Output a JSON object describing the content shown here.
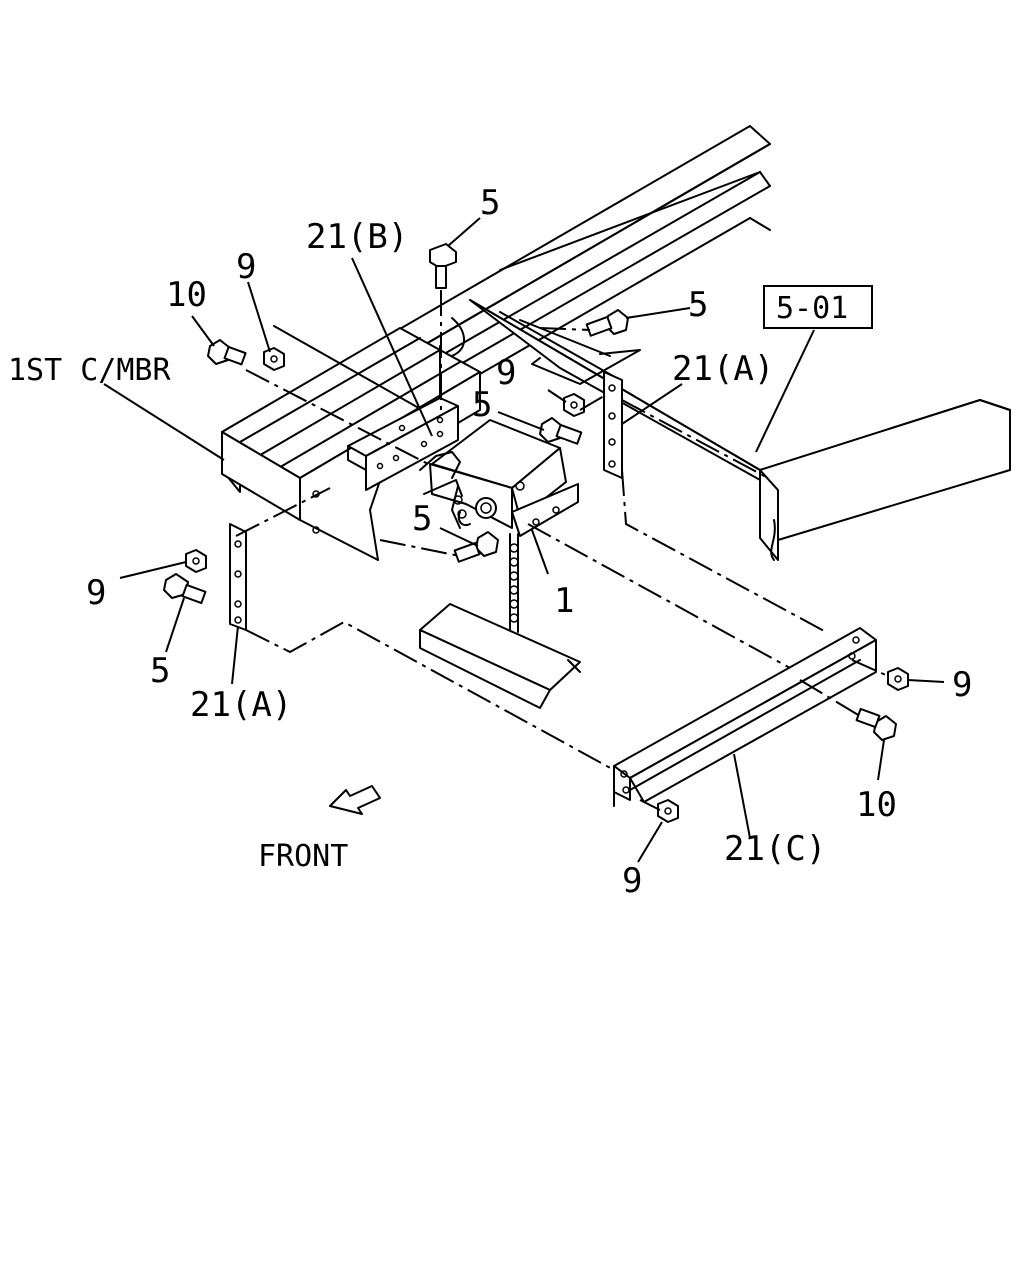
{
  "diagram": {
    "labels": {
      "ref_box": "5-01",
      "member": "1ST C/MBR",
      "front": "FRONT",
      "c1": "1",
      "c5a": "5",
      "c5b": "5",
      "c5c": "5",
      "c5d": "5",
      "c5e": "5",
      "c9a": "9",
      "c9b": "9",
      "c9c": "9",
      "c9d": "9",
      "c9e": "9",
      "c10a": "10",
      "c10b": "10",
      "c21a1": "21(A)",
      "c21a2": "21(A)",
      "c21b": "21(B)",
      "c21c": "21(C)"
    }
  }
}
